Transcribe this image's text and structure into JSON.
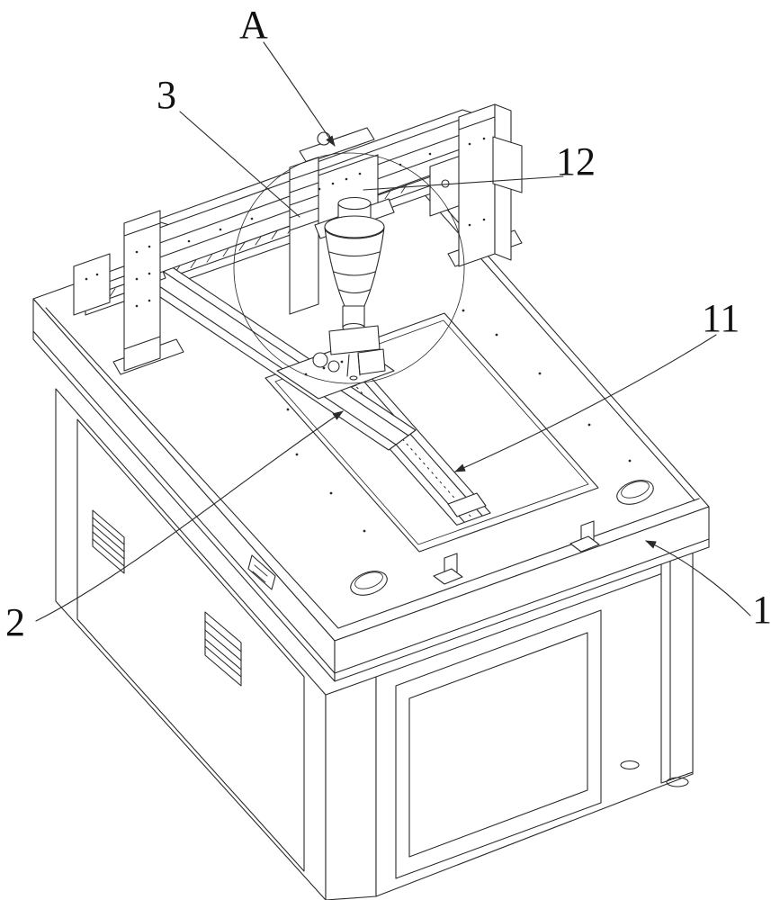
{
  "figure": {
    "kind": "patent_line_drawing",
    "description": "Isometric technical line drawing of a gantry-type dispensing/machining device on a cabinet base, with detail circle A and numbered reference callouts",
    "colors": {
      "line": "#2a2a2a",
      "background": "#ffffff"
    },
    "callouts": [
      {
        "id": "A",
        "text": "A",
        "points_to": "x-carriage on gantry beam (detail view marker)"
      },
      {
        "id": "3",
        "text": "3",
        "points_to": "z-axis column assembly"
      },
      {
        "id": "12",
        "text": "12",
        "points_to": "carriage / head mounting bracket"
      },
      {
        "id": "11",
        "text": "11",
        "points_to": "linear slot rail in tabletop pocket"
      },
      {
        "id": "2",
        "text": "2",
        "points_to": "y-axis stage on tabletop"
      },
      {
        "id": "1",
        "text": "1",
        "points_to": "machine table / base"
      }
    ]
  }
}
